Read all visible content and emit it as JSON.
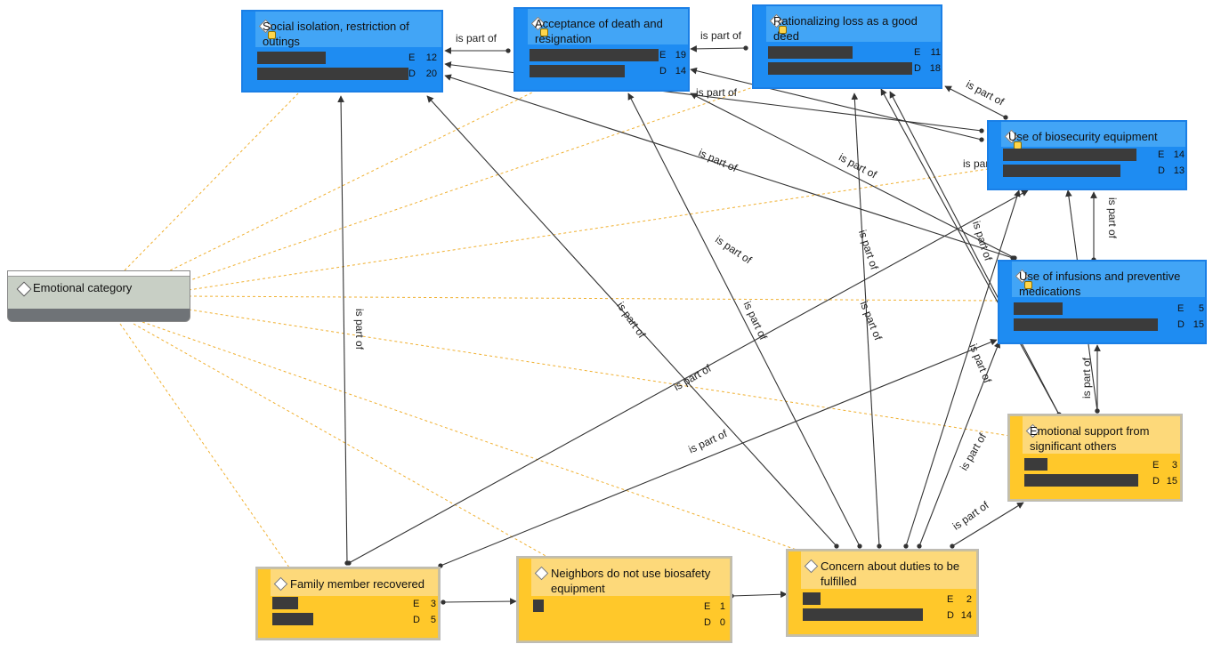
{
  "category": {
    "label": "Emotional category",
    "icon": "category-icon"
  },
  "relation_label": "is part of",
  "codes": [
    {
      "id": "social",
      "title": "Social isolation, restriction of outings",
      "color": "blue",
      "memo": true,
      "e": "12",
      "d": "20",
      "e_fill": 0.6,
      "d_fill": 1.0
    },
    {
      "id": "death",
      "title": "Acceptance of death and resignation",
      "color": "blue",
      "memo": true,
      "e": "19",
      "d": "14",
      "e_fill": 1.0,
      "d_fill": 0.74
    },
    {
      "id": "rational",
      "title": "Rationalizing loss as a good deed",
      "color": "blue",
      "memo": true,
      "e": "11",
      "d": "18",
      "e_fill": 0.58,
      "d_fill": 0.95
    },
    {
      "id": "biosec",
      "title": "Use of biosecurity equipment",
      "color": "blue",
      "memo": true,
      "e": "14",
      "d": "13",
      "e_fill": 1.0,
      "d_fill": 0.88
    },
    {
      "id": "infusion",
      "title": "Use of infusions and preventive medications",
      "color": "blue",
      "memo": true,
      "e": "5",
      "d": "15",
      "e_fill": 0.34,
      "d_fill": 1.0
    },
    {
      "id": "support",
      "title": "Emotional support from significant others",
      "color": "yellow",
      "memo": false,
      "e": "3",
      "d": "15",
      "e_fill": 0.2,
      "d_fill": 1.0
    },
    {
      "id": "family",
      "title": "Family member recovered",
      "color": "yellow",
      "memo": false,
      "e": "3",
      "d": "5",
      "e_fill": 0.2,
      "d_fill": 0.33
    },
    {
      "id": "neighbors",
      "title": "Neighbors do not use biosafety equipment",
      "color": "yellow",
      "memo": false,
      "e": "1",
      "d": "0",
      "e_fill": 0.07,
      "d_fill": 0.0
    },
    {
      "id": "concern",
      "title": "Concern about duties to be fulfilled",
      "color": "yellow",
      "memo": false,
      "e": "2",
      "d": "14",
      "e_fill": 0.14,
      "d_fill": 0.93
    }
  ],
  "stat_labels": {
    "e": "E",
    "d": "D"
  },
  "colors": {
    "blue_node": "#1e8cf2",
    "yellow_node": "#ffc82a",
    "category_link": "#f0b030",
    "relation_line": "#333333"
  }
}
